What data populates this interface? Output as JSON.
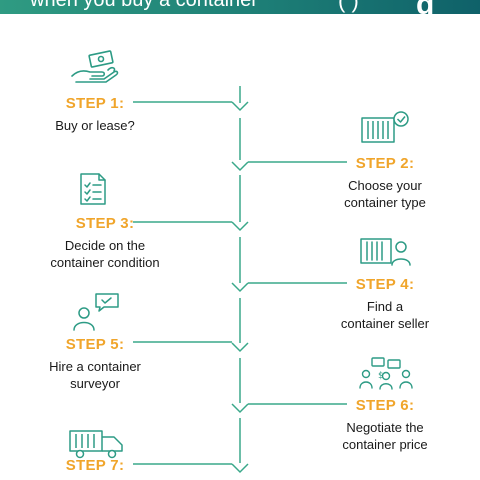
{
  "header": {
    "title": "when you buy a container",
    "right_fragment": "( )",
    "right_letter": "g"
  },
  "colors": {
    "accent": "#f0a52b",
    "line": "#3aa88a",
    "banner_start": "#2f9b82",
    "banner_end": "#0f6169"
  },
  "steps": [
    {
      "number": "STEP 1:",
      "line1": "Buy or lease?",
      "line2": "",
      "icon": "hand-cash-icon"
    },
    {
      "number": "STEP 2:",
      "line1": "Choose your",
      "line2": "container type",
      "icon": "container-check-icon"
    },
    {
      "number": "STEP 3:",
      "line1": "Decide on the",
      "line2": "container condition",
      "icon": "checklist-icon"
    },
    {
      "number": "STEP 4:",
      "line1": "Find a",
      "line2": "container seller",
      "icon": "container-person-icon"
    },
    {
      "number": "STEP 5:",
      "line1": "Hire a container",
      "line2": "surveyor",
      "icon": "person-chat-icon"
    },
    {
      "number": "STEP 6:",
      "line1": "Negotiate the",
      "line2": "container price",
      "icon": "negotiation-icon"
    },
    {
      "number": "STEP 7:",
      "line1": "",
      "line2": "",
      "icon": "truck-icon"
    }
  ]
}
